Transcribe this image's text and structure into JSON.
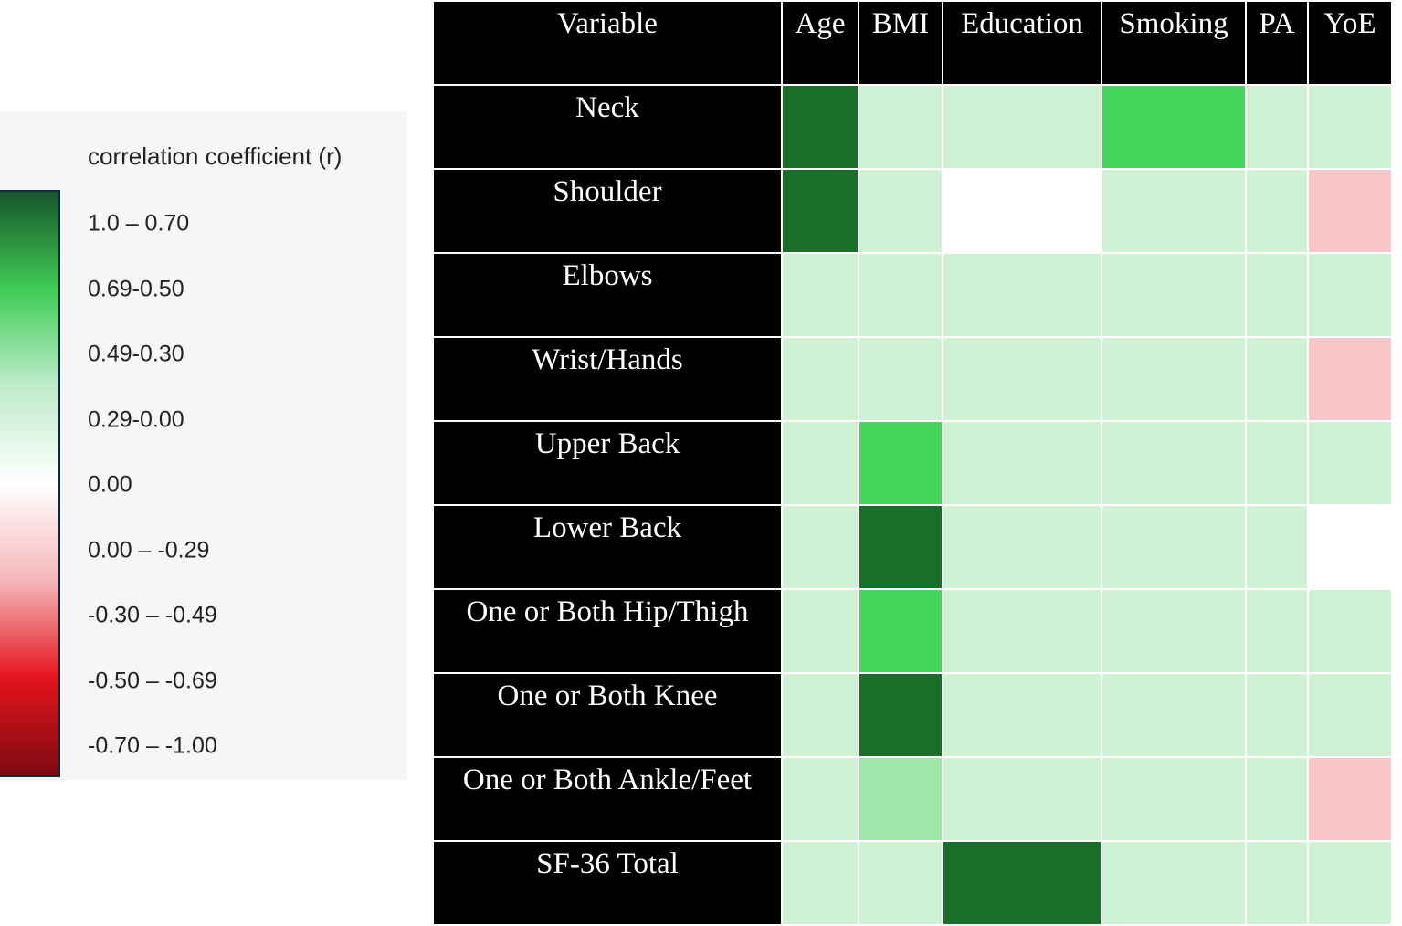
{
  "chart_data": {
    "type": "heatmap",
    "columns": [
      "Variable",
      "Age",
      "BMI",
      "Education",
      "Smoking",
      "PA",
      "YoE"
    ],
    "rows": [
      "Neck",
      "Shoulder",
      "Elbows",
      "Wrist/Hands",
      "Upper Back",
      "Lower Back",
      "One or Both Hip/Thigh",
      "One or Both Knee",
      "One or Both Ankle/Feet",
      "SF-36 Total"
    ],
    "categories_per_cell": [
      [
        "1.0 – 0.70",
        "0.29-0.00",
        "0.29-0.00",
        "0.69-0.50",
        "0.29-0.00",
        "0.29-0.00"
      ],
      [
        "1.0 – 0.70",
        "0.29-0.00",
        "0.00",
        "0.29-0.00",
        "0.29-0.00",
        "0.00 – -0.29"
      ],
      [
        "0.29-0.00",
        "0.29-0.00",
        "0.29-0.00",
        "0.29-0.00",
        "0.29-0.00",
        "0.29-0.00"
      ],
      [
        "0.29-0.00",
        "0.29-0.00",
        "0.29-0.00",
        "0.29-0.00",
        "0.29-0.00",
        "0.00 – -0.29"
      ],
      [
        "0.29-0.00",
        "0.69-0.50",
        "0.29-0.00",
        "0.29-0.00",
        "0.29-0.00",
        "0.29-0.00"
      ],
      [
        "0.29-0.00",
        "1.0 – 0.70",
        "0.29-0.00",
        "0.29-0.00",
        "0.29-0.00",
        "0.00"
      ],
      [
        "0.29-0.00",
        "0.69-0.50",
        "0.29-0.00",
        "0.29-0.00",
        "0.29-0.00",
        "0.29-0.00"
      ],
      [
        "0.29-0.00",
        "1.0 – 0.70",
        "0.29-0.00",
        "0.29-0.00",
        "0.29-0.00",
        "0.29-0.00"
      ],
      [
        "0.29-0.00",
        "0.49-0.30",
        "0.29-0.00",
        "0.29-0.00",
        "0.29-0.00",
        "0.00 – -0.29"
      ],
      [
        "0.29-0.00",
        "0.29-0.00",
        "1.0 – 0.70",
        "0.29-0.00",
        "0.29-0.00",
        "0.29-0.00"
      ]
    ],
    "legend": {
      "title": "correlation coefficient (r)",
      "items": [
        "1.0 – 0.70",
        "0.69-0.50",
        "0.49-0.30",
        "0.29-0.00",
        "0.00",
        "0.00 – -0.29",
        "-0.30 – -0.49",
        "-0.50 – -0.69",
        "-0.70 – -1.00"
      ],
      "placement": "left"
    },
    "category_colors": {
      "1.0 – 0.70": "#196f28",
      "0.69-0.50": "#44d55c",
      "0.49-0.30": "#9de8a8",
      "0.29-0.00": "#cff1d4",
      "0.00": "#ffffff",
      "0.00 – -0.29": "#f9c6c9",
      "-0.30 – -0.49": "#f08a91",
      "-0.50 – -0.69": "#e3101a",
      "-0.70 – -1.00": "#8b0b10"
    },
    "legend_gradient": [
      "#17552a",
      "#3fcc55",
      "#bfeccb",
      "#ffffff",
      "#f6b6ba",
      "#e4141d",
      "#7c0a10"
    ]
  }
}
